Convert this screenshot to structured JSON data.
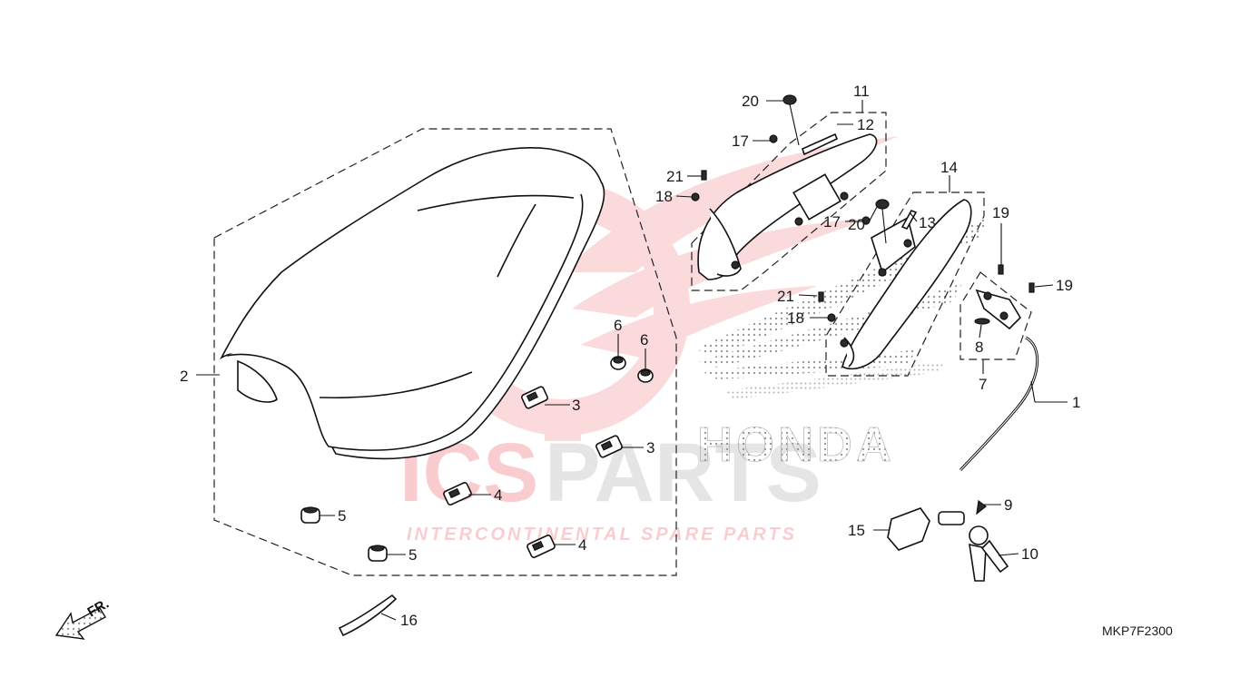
{
  "diagram": {
    "code": "MKP7F2300",
    "direction_label": "FR.",
    "watermark": {
      "brand_part1": "ICS",
      "brand_part2": "PARTS",
      "tagline": "INTERCONTINENTAL SPARE PARTS",
      "red": "#e8202a",
      "grey": "#8c8c8c"
    },
    "honda_word": "HONDA",
    "callouts": [
      {
        "id": "c1",
        "label": "1"
      },
      {
        "id": "c2",
        "label": "2"
      },
      {
        "id": "c3a",
        "label": "3"
      },
      {
        "id": "c3b",
        "label": "3"
      },
      {
        "id": "c4a",
        "label": "4"
      },
      {
        "id": "c4b",
        "label": "4"
      },
      {
        "id": "c5a",
        "label": "5"
      },
      {
        "id": "c5b",
        "label": "5"
      },
      {
        "id": "c6a",
        "label": "6"
      },
      {
        "id": "c6b",
        "label": "6"
      },
      {
        "id": "c7",
        "label": "7"
      },
      {
        "id": "c8",
        "label": "8"
      },
      {
        "id": "c9",
        "label": "9"
      },
      {
        "id": "c10",
        "label": "10"
      },
      {
        "id": "c11",
        "label": "11"
      },
      {
        "id": "c12",
        "label": "12"
      },
      {
        "id": "c13",
        "label": "13"
      },
      {
        "id": "c14",
        "label": "14"
      },
      {
        "id": "c15",
        "label": "15"
      },
      {
        "id": "c16",
        "label": "16"
      },
      {
        "id": "c17a",
        "label": "17"
      },
      {
        "id": "c17b",
        "label": "17"
      },
      {
        "id": "c18a",
        "label": "18"
      },
      {
        "id": "c18b",
        "label": "18"
      },
      {
        "id": "c19a",
        "label": "19"
      },
      {
        "id": "c19b",
        "label": "19"
      },
      {
        "id": "c20a",
        "label": "20"
      },
      {
        "id": "c20b",
        "label": "20"
      },
      {
        "id": "c21a",
        "label": "21"
      },
      {
        "id": "c21b",
        "label": "21"
      }
    ]
  }
}
